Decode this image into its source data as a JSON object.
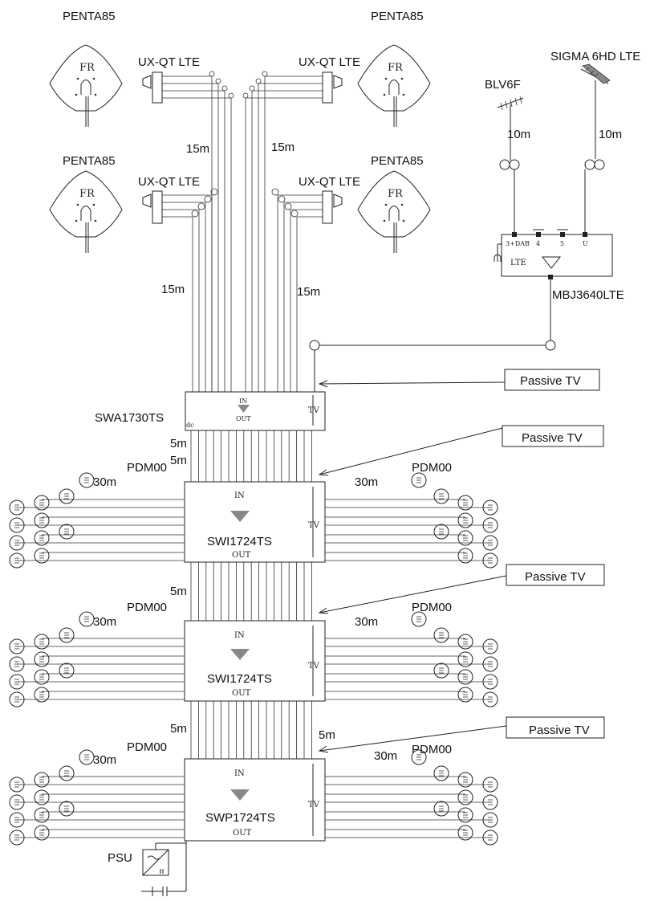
{
  "antennas": {
    "penta_label": "PENTA85",
    "penta_letters": "FR",
    "lnb_label": "UX-QT LTE",
    "blv_label": "BLV6F",
    "sigma_label": "SIGMA 6HD LTE"
  },
  "cables": {
    "len_15m": "15m",
    "len_10m": "10m",
    "len_5m": "5m",
    "len_30m": "30m"
  },
  "amplifier": {
    "name": "MBJ3640LTE",
    "port1": "3+DAB",
    "port2": "4",
    "port3": "5",
    "port4": "U",
    "band": "LTE"
  },
  "callout": "Passive TV",
  "switches": {
    "swa": {
      "name": "SWA1730TS",
      "in": "IN",
      "out": "OUT",
      "tv": "TV",
      "dc": "dc"
    },
    "swi1": {
      "name": "SWI1724TS",
      "in": "IN",
      "out": "OUT",
      "tv": "TV"
    },
    "swi2": {
      "name": "SWI1724TS",
      "in": "IN",
      "out": "OUT",
      "tv": "TV"
    },
    "swp": {
      "name": "SWP1724TS",
      "in": "IN",
      "out": "OUT",
      "tv": "TV"
    }
  },
  "tap_label": "PDM00",
  "psu_label": "PSU"
}
